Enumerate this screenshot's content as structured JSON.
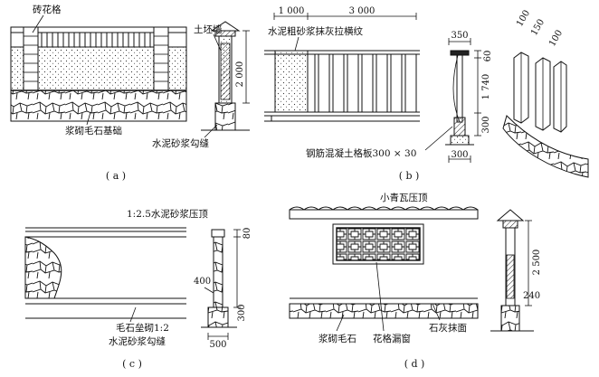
{
  "panels": {
    "a": {
      "caption": "( a )",
      "labels": {
        "brick_lattice": "砖花格",
        "earth_wall": "土坯墙",
        "rubble_base": "浆砌毛石基础",
        "cement_joint": "水泥砂浆勾缝"
      },
      "dims": {
        "height": "2 000"
      }
    },
    "b": {
      "caption": "( b )",
      "labels": {
        "cement_plaster": "水泥粗砂浆抹灰拉横纹",
        "rc_slab": "钢筋混凝土格板300 × 30"
      },
      "dims": {
        "w1": "1 000",
        "w2": "3 000",
        "top": "350",
        "d60": "60",
        "d1740": "1 740",
        "d300v": "300",
        "d300h": "300",
        "p1": "100",
        "p2": "150",
        "p3": "100"
      }
    },
    "c": {
      "caption": "( c )",
      "labels": {
        "cap": "1:2.5水泥砂浆压顶",
        "rubble_joint_1": "毛石垒砌1:2",
        "rubble_joint_2": "水泥砂浆勾缝"
      },
      "dims": {
        "d80": "80",
        "d400": "400",
        "d300": "300",
        "d500": "500"
      }
    },
    "d": {
      "caption": "( d )",
      "labels": {
        "tile_cap": "小青瓦压顶",
        "rubble": "浆砌毛石",
        "lattice_window": "花格漏窗",
        "lime_plaster": "石灰抹面"
      },
      "dims": {
        "d2500": "2 500",
        "d240": "240"
      }
    }
  }
}
